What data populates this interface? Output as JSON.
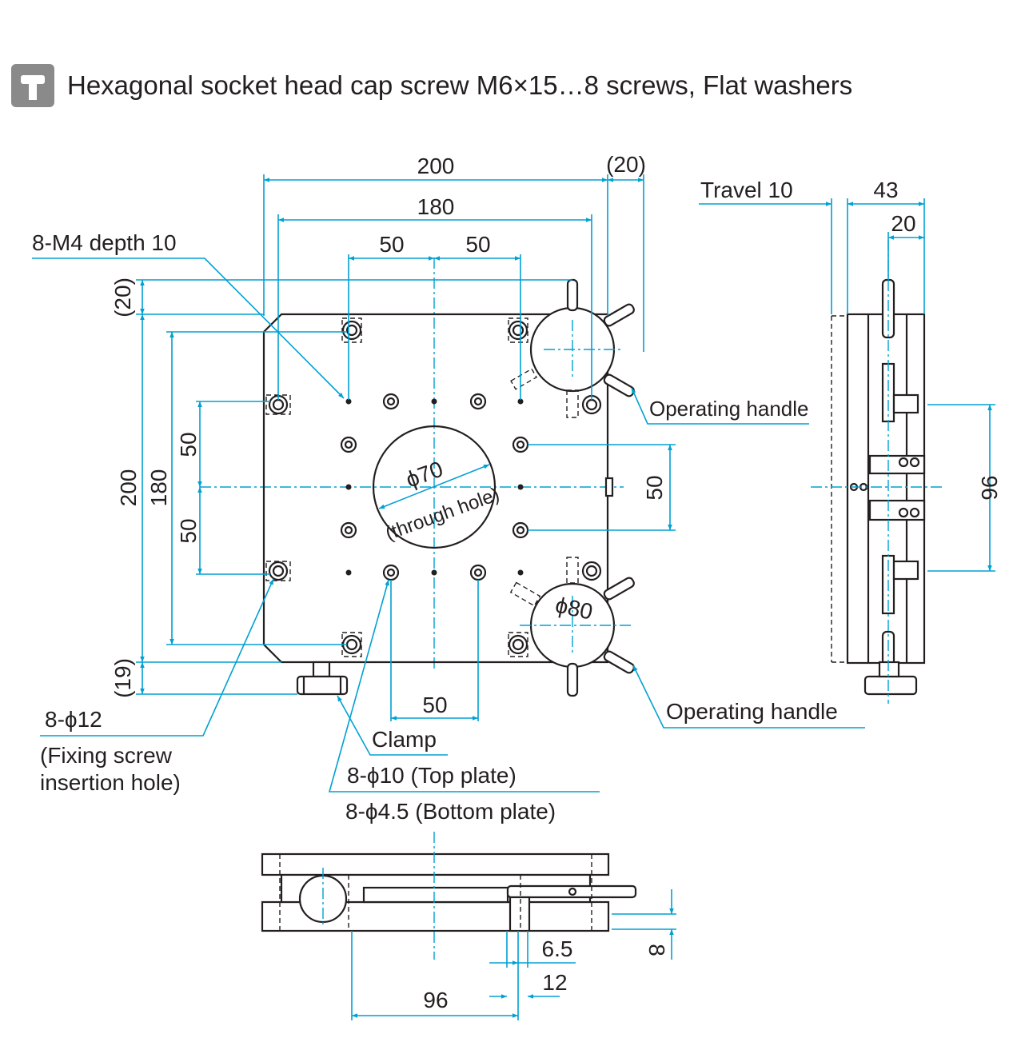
{
  "header": {
    "icon": "hex-socket-screw-icon",
    "title": "Hexagonal socket head cap screw M6×15…8 screws, Flat washers"
  },
  "colors": {
    "outline": "#231f20",
    "dimension": "#00a0d2",
    "icon_bg": "#8a8a8a"
  },
  "top_view": {
    "dims": {
      "w200": "200",
      "w180": "180",
      "w50a": "50",
      "w50b": "50",
      "w20": "(20)",
      "h200": "200",
      "h180": "180",
      "h50a": "50",
      "h50b": "50",
      "h20": "(20)",
      "h19": "(19)",
      "r50": "50",
      "b50": "50"
    },
    "labels": {
      "m4": "8-M4 depth 10",
      "handle_top": "Operating handle",
      "handle_bottom": "Operating handle",
      "phi12": "8-ϕ12",
      "fix1": "(Fixing screw",
      "fix2": "insertion hole)",
      "clamp": "Clamp",
      "phi10": "8-ϕ10 (Top plate)",
      "phi45": "8-ϕ4.5 (Bottom plate)",
      "phi70": "ϕ70",
      "through": "(through hole)",
      "phi80": "ϕ80"
    }
  },
  "side_view": {
    "travel": "Travel 10",
    "d43": "43",
    "d20": "20",
    "d96": "96"
  },
  "front_view": {
    "d65": "6.5",
    "d12": "12",
    "d8": "8",
    "d96": "96"
  }
}
